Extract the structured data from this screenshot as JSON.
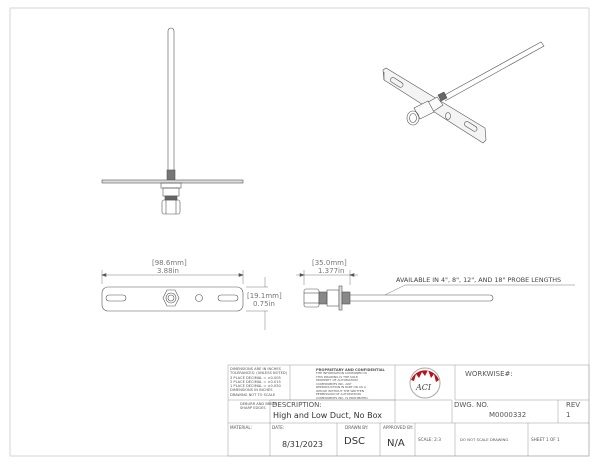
{
  "dimensions": {
    "width_mm": "[98.6mm]",
    "width_in": "3.88in",
    "height_mm": "[19.1mm]",
    "height_in": "0.75in",
    "depth_mm": "[35.0mm]",
    "depth_in": "1.377in"
  },
  "note": "AVAILABLE IN 4\", 8\", 12\", AND 18\" PROBE LENGTHS",
  "title_block": {
    "tolerance_notes": [
      "DIMENSIONS ARE IN INCHES",
      "TOLERANCES: (UNLESS NOTED)",
      "3 PLACE DECIMAL = ±0.005",
      "2 PLACE DECIMAL = ±0.015",
      "1 PLACE DECIMAL = ±0.050",
      "DIMENSIONS IN INCHES",
      "DRAWING NOT TO SCALE"
    ],
    "proprietary_title": "PROPRIETARY AND CONFIDENTIAL",
    "proprietary_text": "THE INFORMATION CONTAINED IN THIS DRAWING IS THE SOLE PROPERTY OF AUTOMATION COMPONENTS INC. ANY REPRODUCTION IN PART OR AS A WHOLE WITHOUT THE WRITTEN PERMISSION OF AUTOMATION COMPONENTS INC. IS PROHIBITED.",
    "logo_text": "ACI",
    "logo_color": "#b5121b",
    "workwise_label": "WORKWISE#:",
    "deburr": [
      "DEBURR AND BREAK",
      "SHARP EDGES"
    ],
    "description_label": "DESCRIPTION:",
    "description": "High and Low Duct, No Box",
    "dwg_no_label": "DWG. NO.",
    "dwg_no": "M0000332",
    "rev_label": "REV",
    "rev": "1",
    "material_label": "MATERIAL:",
    "date_label": "DATE:",
    "date": "8/31/2023",
    "drawn_by_label": "DRAWN BY:",
    "drawn_by": "DSC",
    "approved_by_label": "APPROVED BY:",
    "approved_by": "N/A",
    "scale": "SCALE: 2:3",
    "do_not_scale": "DO NOT SCALE DRAWING",
    "sheet": "SHEET 1 OF 1"
  }
}
